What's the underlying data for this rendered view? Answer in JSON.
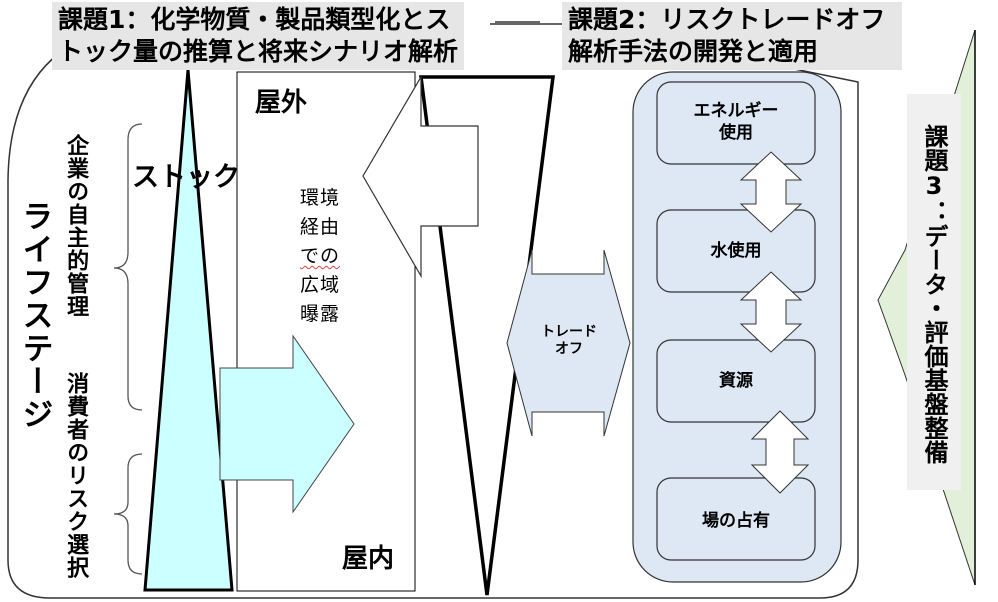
{
  "colors": {
    "stock_fill": "#ccffff",
    "tradeoff_fill": "#dde8f4",
    "task3_fill": "#e2efd9",
    "title_bg": "#e6e6e6",
    "outline": "#000000"
  },
  "task1": {
    "line1": "課題1：化学物質・製品類型化とス",
    "line2": "トック量の推算と将来シナリオ解析"
  },
  "task2": {
    "line1": "課題2：リスクトレードオフ",
    "line2": "解析手法の開発と適用"
  },
  "task3": {
    "label": "課題3：データ・評価基盤整備"
  },
  "lifecycle": {
    "label": "ライフステージ",
    "corporate": "企業の自主的管理",
    "consumer": "消費者のリスク選択",
    "stock": "ストック"
  },
  "exposure": {
    "outdoor": "屋外",
    "indoor": "屋内",
    "env_line1": "環境",
    "env_line2": "経由",
    "env_line3": "での",
    "env_line4": "広域",
    "env_line5": "曝露"
  },
  "tradeoff": {
    "line1": "トレード",
    "line2": "オフ"
  },
  "resources": {
    "items": [
      {
        "line1": "エネルギー",
        "line2": "使用"
      },
      {
        "line1": "水使用",
        "line2": ""
      },
      {
        "line1": "資源",
        "line2": ""
      },
      {
        "line1": "場の占有",
        "line2": ""
      }
    ]
  }
}
